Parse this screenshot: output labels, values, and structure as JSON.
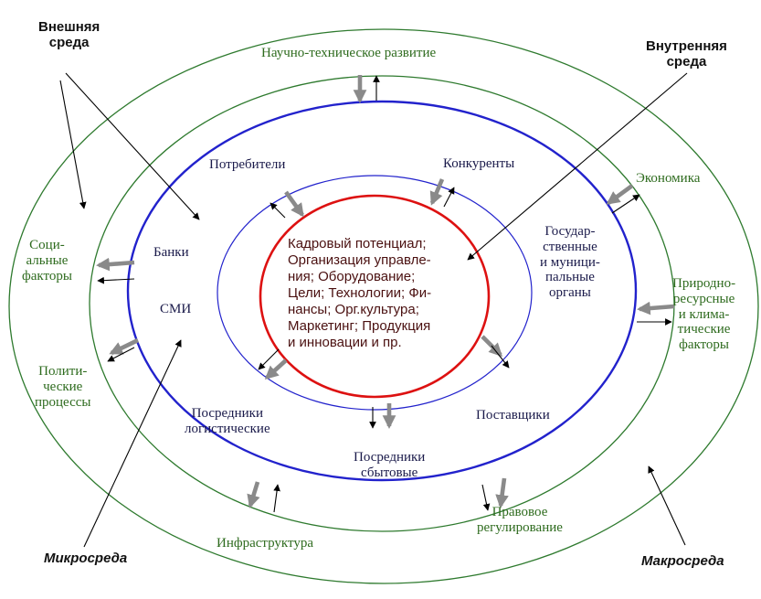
{
  "colors": {
    "outer_ring": "#2e7a2e",
    "micro_ring": "#2222cc",
    "inner_ring": "#dd1111",
    "macro_text": "#2e6b1e",
    "micro_text": "#1a1a4a",
    "inner_text": "#4a1010",
    "gray_arrow": "#8a8a8a"
  },
  "labels": {
    "external_env": "Внешняя\nсреда",
    "internal_env": "Внутренняя\nсреда",
    "microenv": "Микросреда",
    "macroenv": "Макросреда"
  },
  "macro": {
    "sci_tech": "Научно-техническое развитие",
    "economy": "Экономика",
    "natural": "Природно-\nресурсные\nи клима-\nтические\nфакторы",
    "legal": "Правовое\nрегулирование",
    "infrastructure": "Инфраструктура",
    "political": "Полити-\nческие\nпроцессы",
    "social": "Соци-\nальные\nфакторы"
  },
  "micro": {
    "consumers": "Потребители",
    "competitors": "Конкуренты",
    "government": "Государ-\nственные\nи муници-\nпальные\nорганы",
    "suppliers": "Поставщики",
    "intermediaries_sales": "Посредники\nсбытовые",
    "intermediaries_logistics": "Посредники\nлогистические",
    "media": "СМИ",
    "banks": "Банки"
  },
  "inner": {
    "content": "Кадровый потенциал;\nОрганизация управле-\nния; Оборудование;\nЦели; Технологии; Фи-\nнансы; Орг.культура;\nМаркетинг; Продукция\nи инновации и пр."
  }
}
